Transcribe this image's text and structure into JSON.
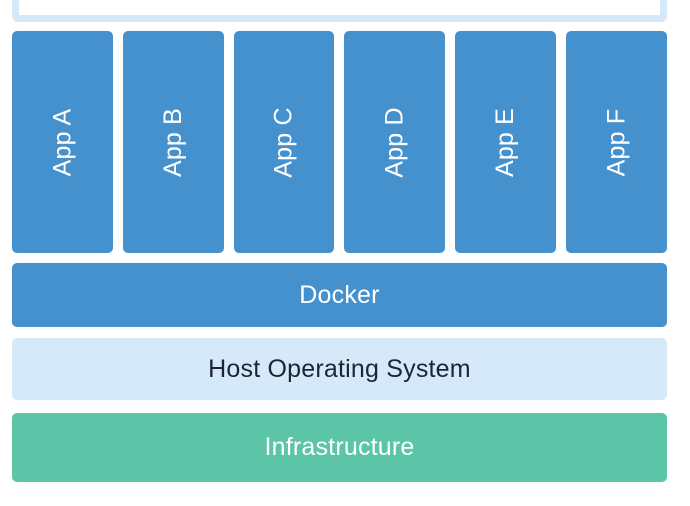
{
  "diagram": {
    "title": "Docker containerization architecture stack",
    "background_color": "#ffffff",
    "top_container": {
      "name": "outer-boundary",
      "border_color": "#d7e9f9",
      "label": ""
    },
    "apps": {
      "color": "#4591ce",
      "text_color": "#ffffff",
      "orientation": "vertical-rotated",
      "items": [
        {
          "label": "App A"
        },
        {
          "label": "App B"
        },
        {
          "label": "App C"
        },
        {
          "label": "App D"
        },
        {
          "label": "App E"
        },
        {
          "label": "App F"
        }
      ]
    },
    "layers": [
      {
        "id": "docker",
        "label": "Docker",
        "fill_color": "#4591ce",
        "text_color": "#ffffff"
      },
      {
        "id": "host-operating-system",
        "label": "Host Operating System",
        "fill_color": "#d5e9f8",
        "text_color": "#1c2538"
      },
      {
        "id": "infrastructure",
        "label": "Infrastructure",
        "fill_color": "#5cc4a7",
        "text_color": "#ffffff"
      }
    ]
  }
}
